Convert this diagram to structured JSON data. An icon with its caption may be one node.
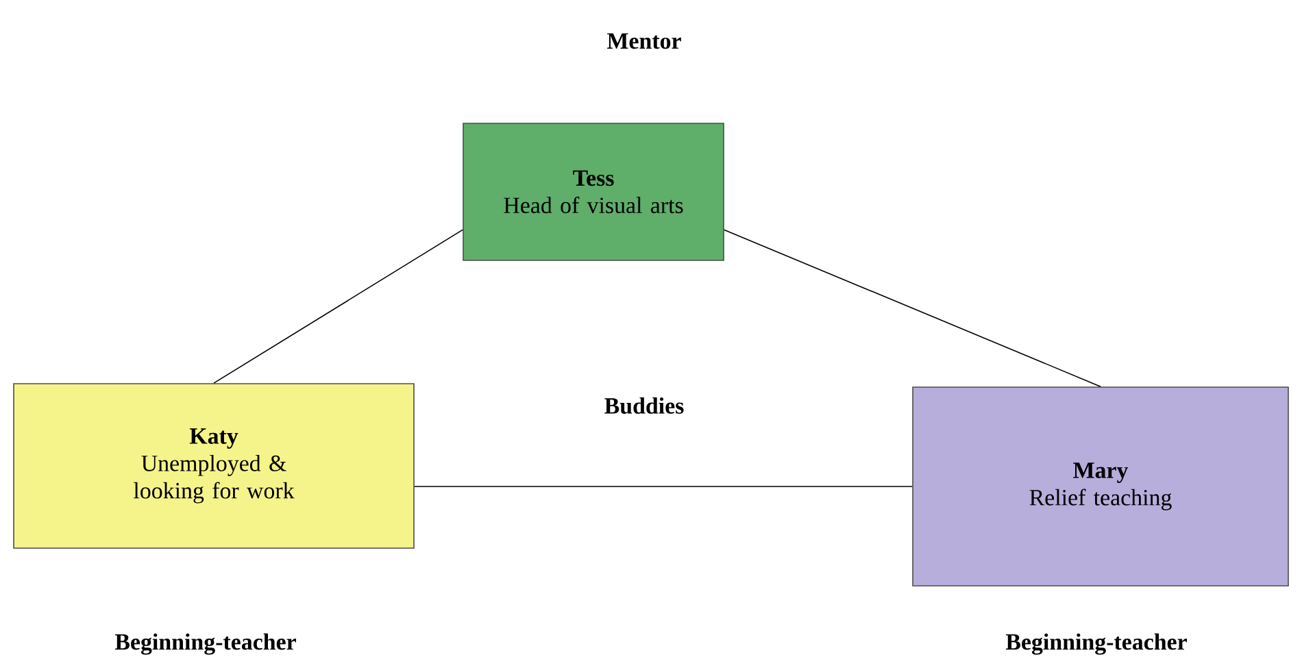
{
  "diagram": {
    "nodes": [
      {
        "text": [
          "Tess",
          "Head of visual arts"
        ],
        "beside": [
          "Mentor"
        ]
      },
      {
        "text": [
          "Katy",
          "Unemployed & looking for work"
        ],
        "beside": [
          "Beginning-teacher"
        ]
      },
      {
        "text": [
          "Mary",
          "Relief teaching"
        ],
        "beside": [
          "Beginning-teacher"
        ]
      }
    ],
    "edges": [
      {
        "from": 0,
        "to": 1,
        "arrow": "none"
      },
      {
        "from": 0,
        "to": 2,
        "arrow": "none"
      },
      {
        "from": 1,
        "to": 2,
        "arrow": "none",
        "label": "Buddies"
      }
    ]
  }
}
